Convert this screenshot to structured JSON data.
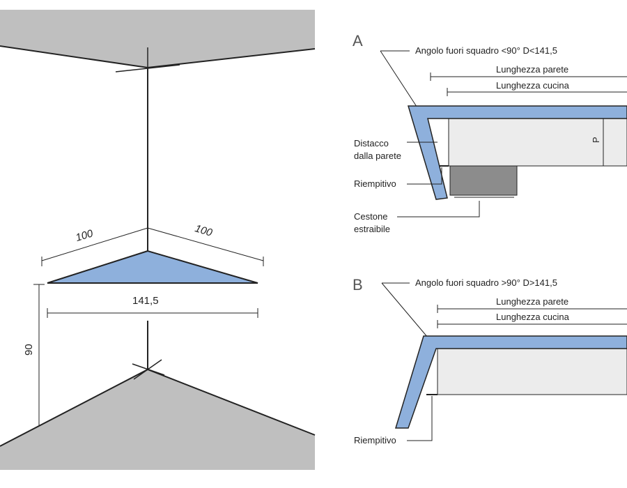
{
  "colors": {
    "ceiling_gray": "#bfbfbf",
    "worktop_blue": "#8eb0dc",
    "cabinet_fill": "#ececec",
    "basket_fill": "#8c8c8c",
    "line": "#222222"
  },
  "left_diagram": {
    "dim_side_a": "100",
    "dim_side_b": "100",
    "dim_hypotenuse": "141,5",
    "dim_height": "90"
  },
  "section_a": {
    "letter": "A",
    "title": "Angolo fuori squadro <90°   D<141,5",
    "wall_length": "Lunghezza parete",
    "kitchen_length": "Lunghezza cucina",
    "gap_label_line1": "Distacco",
    "gap_label_line2": "dalla parete",
    "filler_label": "Riempitivo",
    "basket_label_line1": "Cestone",
    "basket_label_line2": "estraibile",
    "depth_label": "P"
  },
  "section_b": {
    "letter": "B",
    "title": "Angolo fuori squadro >90°   D>141,5",
    "wall_length": "Lunghezza parete",
    "kitchen_length": "Lunghezza cucina",
    "filler_label": "Riempitivo"
  }
}
